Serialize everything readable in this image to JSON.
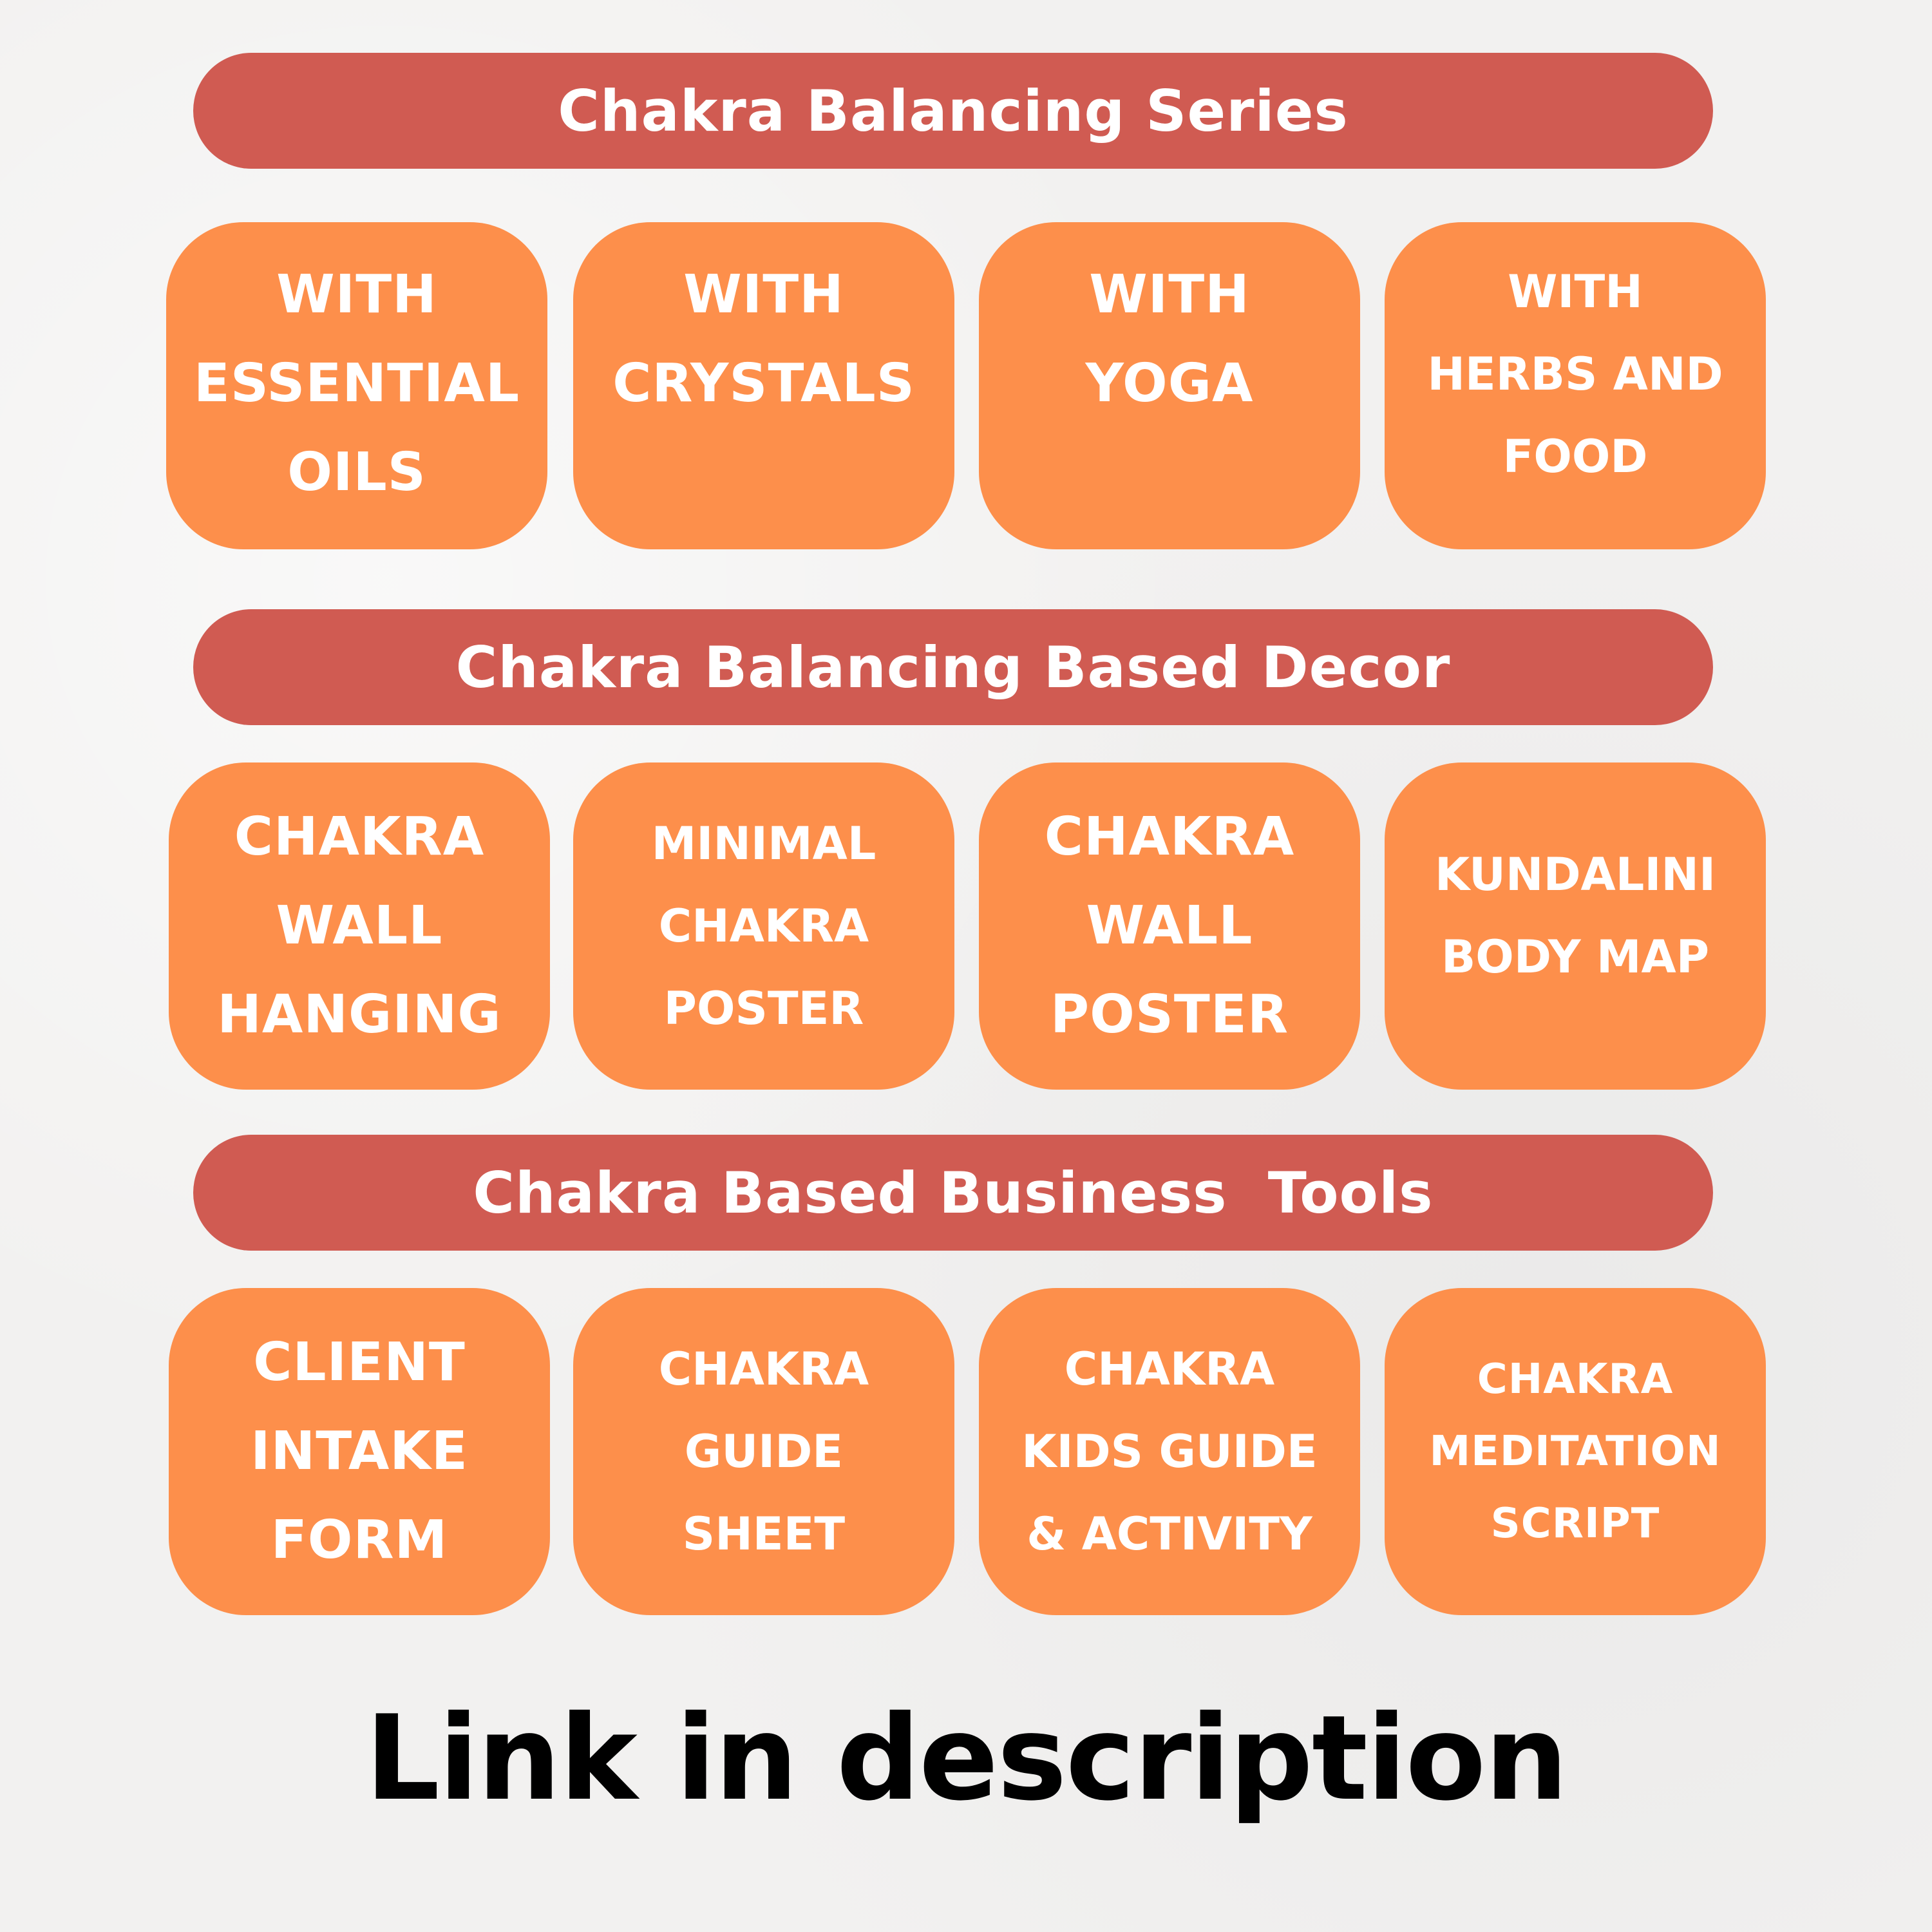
{
  "sections": [
    {
      "title": "Chakra Balancing Series",
      "tiles": [
        {
          "lines": [
            "WITH",
            "ESSENTIAL",
            "OILS"
          ]
        },
        {
          "lines": [
            "WITH",
            "CRYSTALS"
          ]
        },
        {
          "lines": [
            "WITH",
            "YOGA"
          ]
        },
        {
          "lines": [
            "WITH",
            "HERBS AND",
            "FOOD"
          ]
        }
      ]
    },
    {
      "title": "Chakra Balancing Based Decor",
      "tiles": [
        {
          "lines": [
            "CHAKRA",
            "WALL",
            "HANGING"
          ]
        },
        {
          "lines": [
            "MINIMAL",
            "CHAKRA",
            "POSTER"
          ]
        },
        {
          "lines": [
            "CHAKRA",
            "WALL",
            "POSTER"
          ]
        },
        {
          "lines": [
            "KUNDALINI",
            "BODY MAP"
          ]
        }
      ]
    },
    {
      "title": "Chakra Based Business  Tools",
      "tiles": [
        {
          "lines": [
            "CLIENT",
            "INTAKE",
            "FORM"
          ]
        },
        {
          "lines": [
            "CHAKRA",
            "GUIDE",
            "SHEET"
          ]
        },
        {
          "lines": [
            "CHAKRA",
            "KIDS GUIDE",
            "& ACTIVITY"
          ]
        },
        {
          "lines": [
            "CHAKRA",
            "MEDITATION",
            "SCRIPT"
          ]
        }
      ]
    }
  ],
  "footer": {
    "text": "Link in description"
  },
  "colors": {
    "banner": "#d05b52",
    "tile": "#fd8f4b",
    "tile_text": "#ffffff",
    "background": "#f2f1f0",
    "footer_text": "#000000"
  }
}
